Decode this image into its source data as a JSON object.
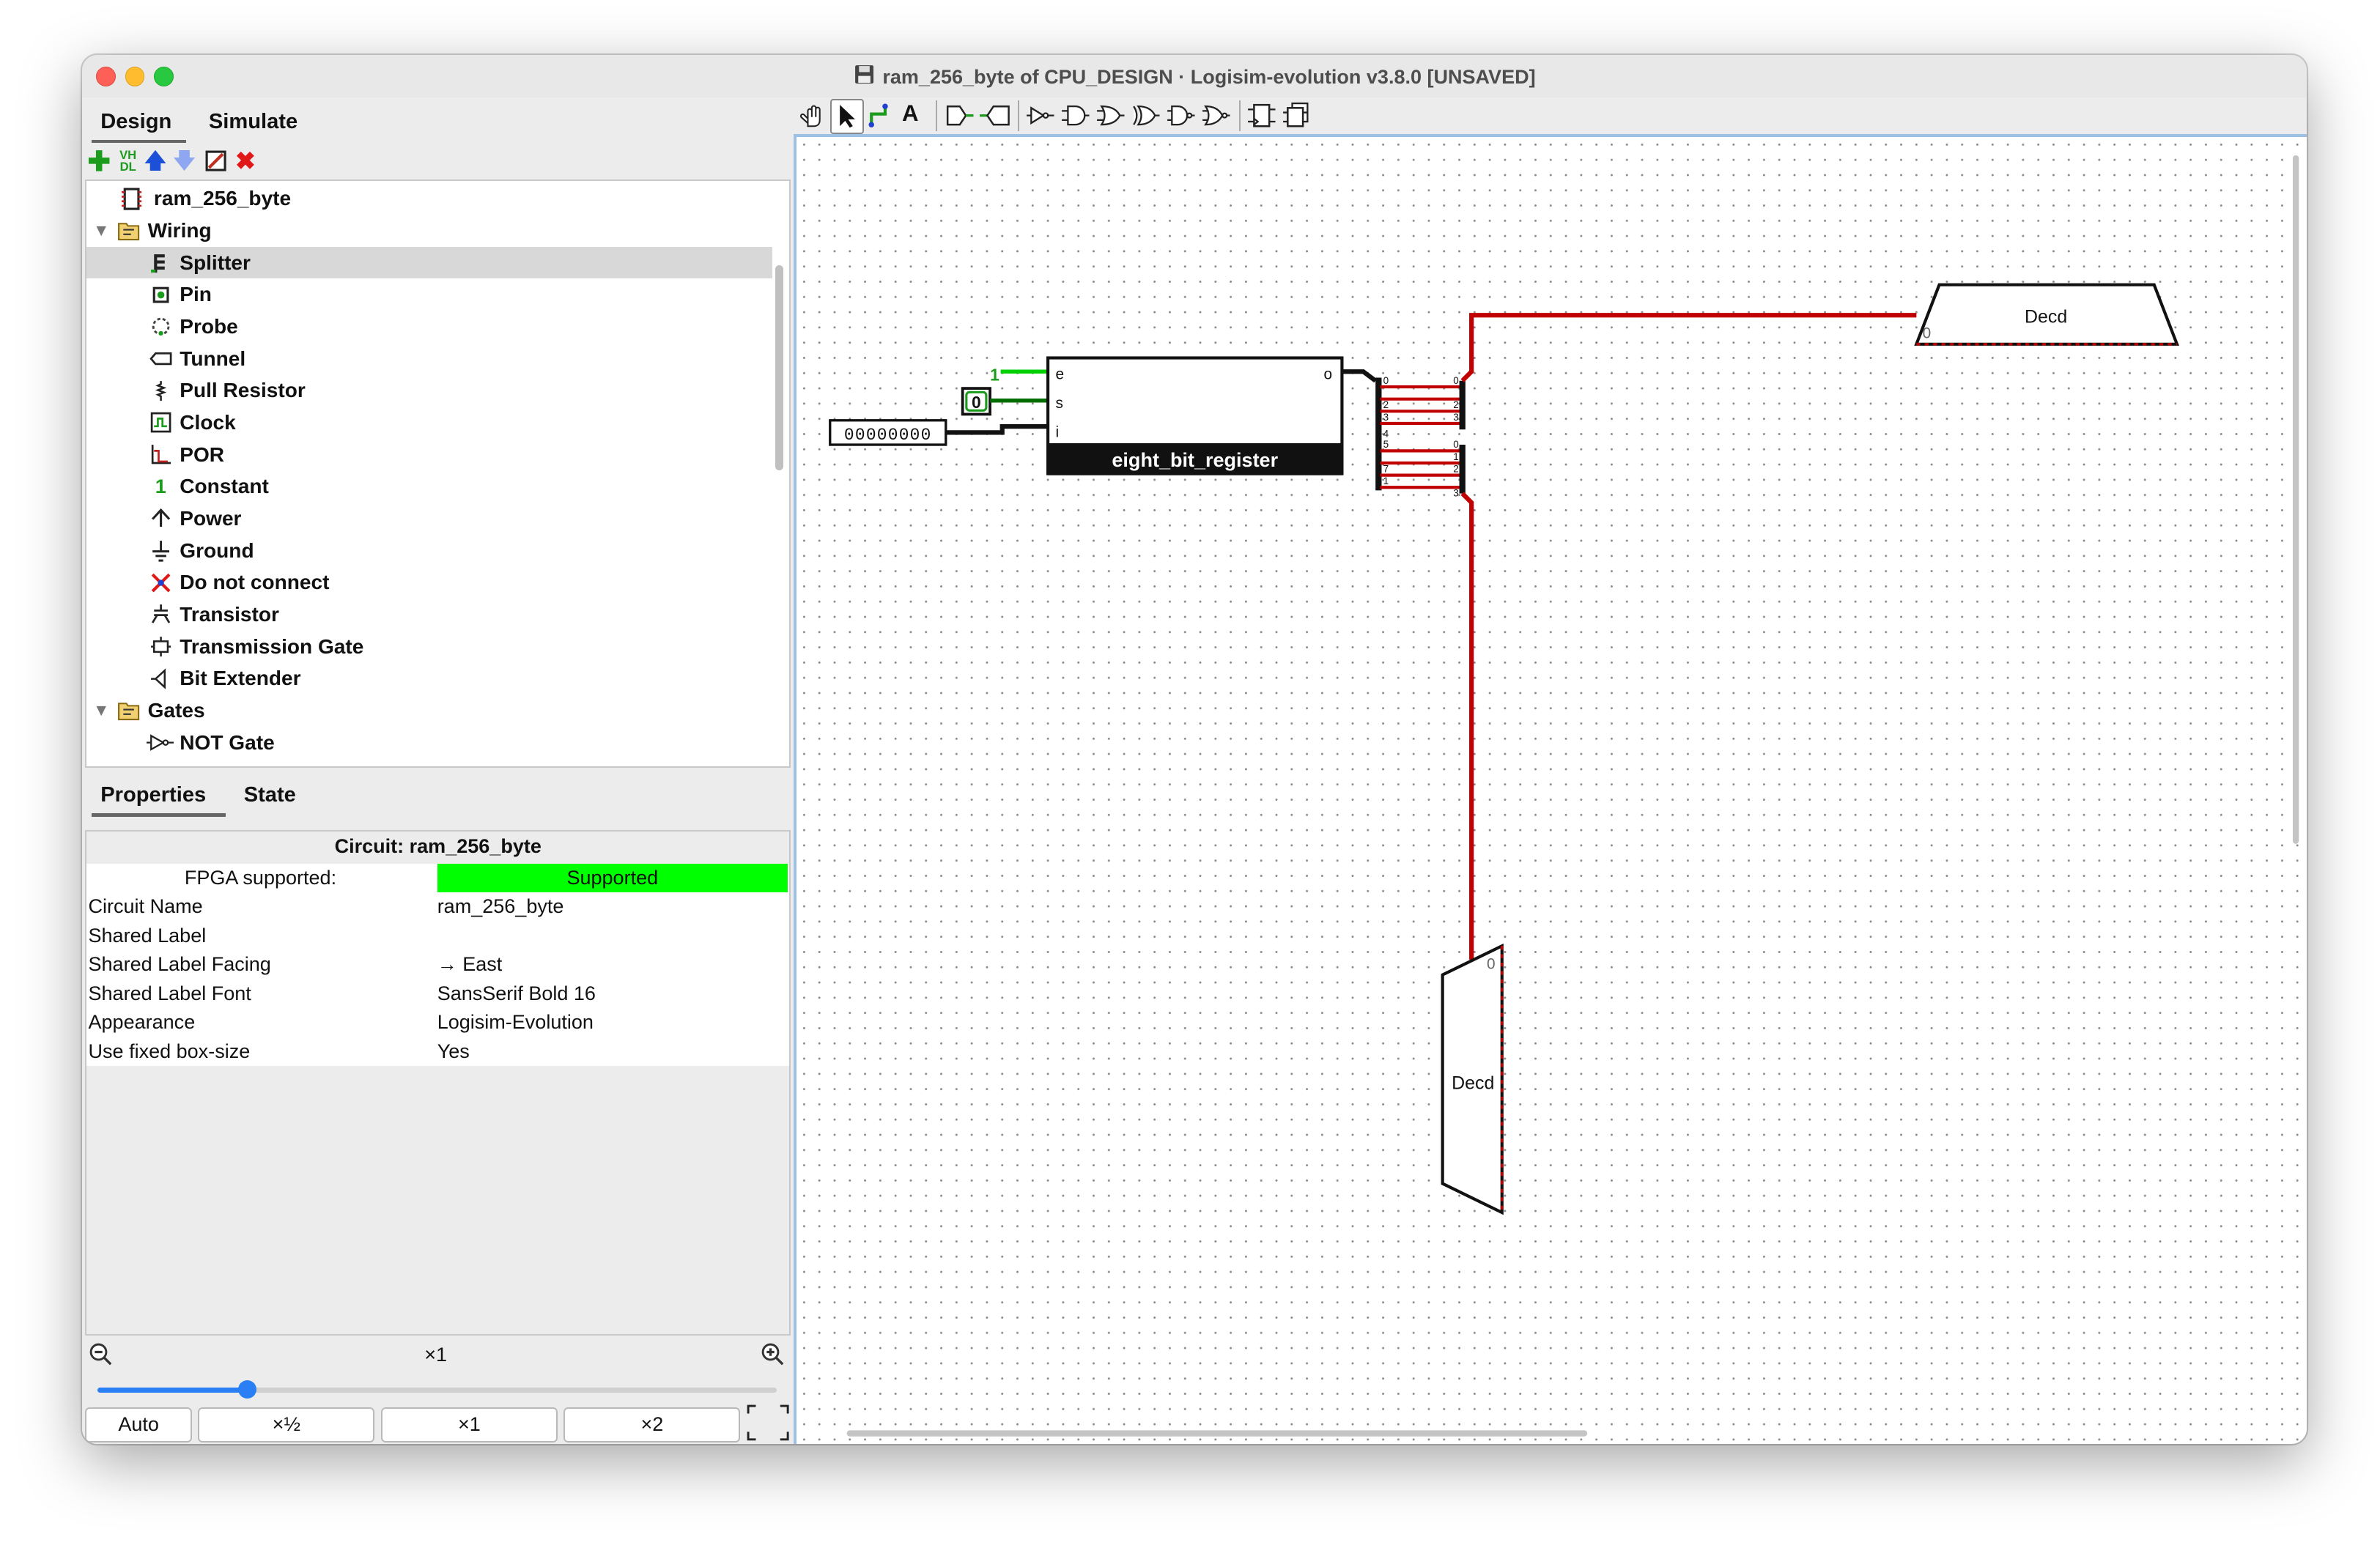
{
  "window": {
    "title": "ram_256_byte of CPU_DESIGN · Logisim-evolution v3.8.0 [UNSAVED]",
    "title_icon": "floppy-disk-icon"
  },
  "left_tabs": {
    "design": "Design",
    "simulate": "Simulate"
  },
  "tree_toolbar": {
    "icons": [
      "add-circuit-icon",
      "vhdl-icon",
      "move-up-icon",
      "move-down-icon",
      "edit-appearance-icon",
      "delete-icon"
    ],
    "vhdl_label": "VH DL"
  },
  "tree": {
    "items": [
      {
        "label": "ram_256_byte",
        "icon": "circuit-icon"
      },
      {
        "label": "Wiring",
        "icon": "folder-icon"
      },
      {
        "label": "Splitter",
        "icon": "splitter-icon"
      },
      {
        "label": "Pin",
        "icon": "pin-icon"
      },
      {
        "label": "Probe",
        "icon": "probe-icon"
      },
      {
        "label": "Tunnel",
        "icon": "tunnel-icon"
      },
      {
        "label": "Pull Resistor",
        "icon": "pull-resistor-icon"
      },
      {
        "label": "Clock",
        "icon": "clock-icon"
      },
      {
        "label": "POR",
        "icon": "por-icon"
      },
      {
        "label": "Constant",
        "icon": "constant-icon"
      },
      {
        "label": "Power",
        "icon": "power-icon"
      },
      {
        "label": "Ground",
        "icon": "ground-icon"
      },
      {
        "label": "Do not connect",
        "icon": "no-connect-icon"
      },
      {
        "label": "Transistor",
        "icon": "transistor-icon"
      },
      {
        "label": "Transmission Gate",
        "icon": "transmission-gate-icon"
      },
      {
        "label": "Bit Extender",
        "icon": "bit-extender-icon"
      },
      {
        "label": "Gates",
        "icon": "folder-icon"
      },
      {
        "label": "NOT Gate",
        "icon": "not-gate-icon"
      }
    ],
    "selected": "Splitter",
    "constant_glyph": "1"
  },
  "prop_tabs": {
    "properties": "Properties",
    "state": "State"
  },
  "properties": {
    "title": "Circuit: ram_256_byte",
    "fpga_label": "FPGA supported:",
    "fpga_value": "Supported",
    "fpga_color": "#00ff00",
    "rows": [
      {
        "key": "Circuit Name",
        "value": "ram_256_byte"
      },
      {
        "key": "Shared Label",
        "value": ""
      },
      {
        "key": "Shared Label Facing",
        "value": "→ East"
      },
      {
        "key": "Shared Label Font",
        "value": "SansSerif Bold 16"
      },
      {
        "key": "Appearance",
        "value": "Logisim-Evolution"
      },
      {
        "key": "Use fixed box-size",
        "value": "Yes"
      }
    ]
  },
  "zoom": {
    "label": "×1",
    "slider_value": 0.22,
    "buttons": [
      "Auto",
      "×½",
      "×1",
      "×2"
    ]
  },
  "toolbar": {
    "icons": [
      "hand-poke-icon",
      "select-arrow-icon",
      "wire-icon",
      "text-icon",
      "input-pin-icon",
      "output-pin-icon",
      "not-gate-icon",
      "and-gate-icon",
      "or-gate-icon",
      "xor-gate-icon",
      "nand-gate-icon",
      "nor-gate-icon",
      "flip-flop-icon",
      "register-icon"
    ],
    "text_tool": "A"
  },
  "circuit": {
    "register_label": "eight_bit_register",
    "ports": {
      "e": "e",
      "s": "s",
      "i": "i",
      "o": "o"
    },
    "constant_value": "1",
    "pin_value": "0",
    "input_bits": "00000000",
    "decoder_label": "Decd",
    "decoder_sel": "0",
    "splitter_upper_bits": [
      "0",
      "1",
      "2",
      "3"
    ],
    "splitter_lower_bits": [
      "4",
      "5",
      "6",
      "7"
    ],
    "splitter_out_upper": [
      "0",
      "1",
      "2",
      "3"
    ],
    "splitter_out_lower": [
      "0",
      "1",
      "2",
      "3"
    ],
    "wire_color": "#c00000",
    "active_wire_color": "#00c000"
  }
}
